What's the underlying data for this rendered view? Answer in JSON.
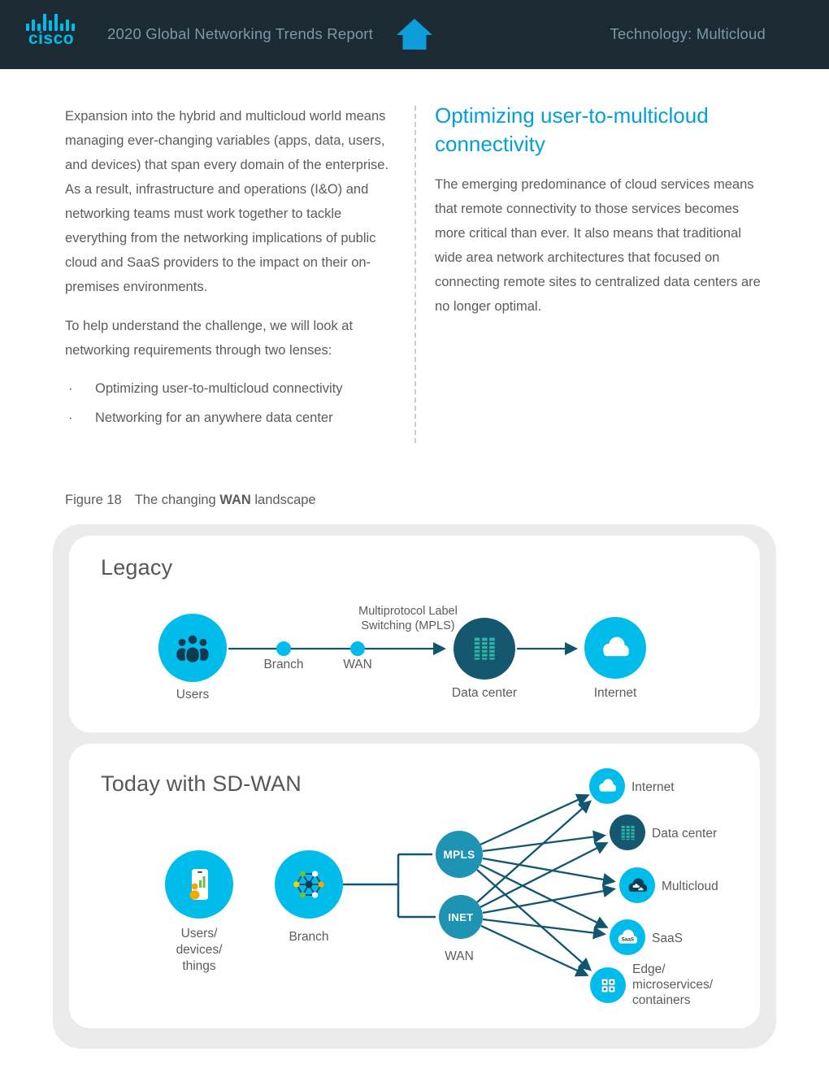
{
  "header": {
    "logo": "cisco",
    "title": "2020 Global Networking Trends Report",
    "section": "Technology: Multicloud"
  },
  "intro": {
    "left": {
      "p1": "Expansion into the hybrid and multicloud world means managing ever-changing variables (apps, data, users, and devices) that span every domain of the enterprise. As a result, infrastructure and operations (I&O) and networking teams must work together to tackle everything from the networking implications of public cloud and SaaS providers to the impact on their on-premises environments.",
      "p2": "To help understand the challenge, we will look at networking requirements through two lenses:",
      "bullet_char": "·",
      "bullets": [
        "Optimizing user-to-multicloud connectivity",
        "Networking for an anywhere data center"
      ]
    },
    "right": {
      "heading": "Optimizing user-to-multicloud connectivity",
      "p1": "The emerging predominance of cloud services means that remote connectivity to those services becomes more critical than ever. It also means that traditional wide area network architectures that focused on connecting remote sites to centralized data centers are no longer optimal."
    }
  },
  "figure": {
    "label": "Figure 18",
    "caption_pre": "The changing ",
    "caption_bold": "WAN",
    "caption_post": " landscape"
  },
  "legacy": {
    "title": "Legacy",
    "users_label": "Users",
    "branch_label": "Branch",
    "wan_label": "WAN",
    "mpls_label": "Multiprotocol Label\nSwitching (MPLS)",
    "datacenter_label": "Data center",
    "internet_label": "Internet"
  },
  "sdwan": {
    "title": "Today with SD-WAN",
    "users_label": "Users/\ndevices/\nthings",
    "branch_label": "Branch",
    "mpls": "MPLS",
    "inet": "INET",
    "wan_label": "WAN",
    "saas_icon_text": "SaaS",
    "targets": [
      "Internet",
      "Data center",
      "Multicloud",
      "SaaS",
      "Edge/\nmicroservices/\ncontainers"
    ]
  },
  "colors": {
    "header_bg": "#1b2a33",
    "brand_cyan": "#00bceb",
    "header_text": "#7c99a9",
    "home_blue": "#0d9ed9",
    "body_text": "#5b5c5f",
    "heading_blue": "#049fd9",
    "panel_gray": "#ebebeb",
    "dark_circle": "#14576e",
    "node_teal": "#1e93b4",
    "arrow": "#11566f",
    "icon_navy": "#0f3b50",
    "server_teal": "#2fb3a6"
  }
}
